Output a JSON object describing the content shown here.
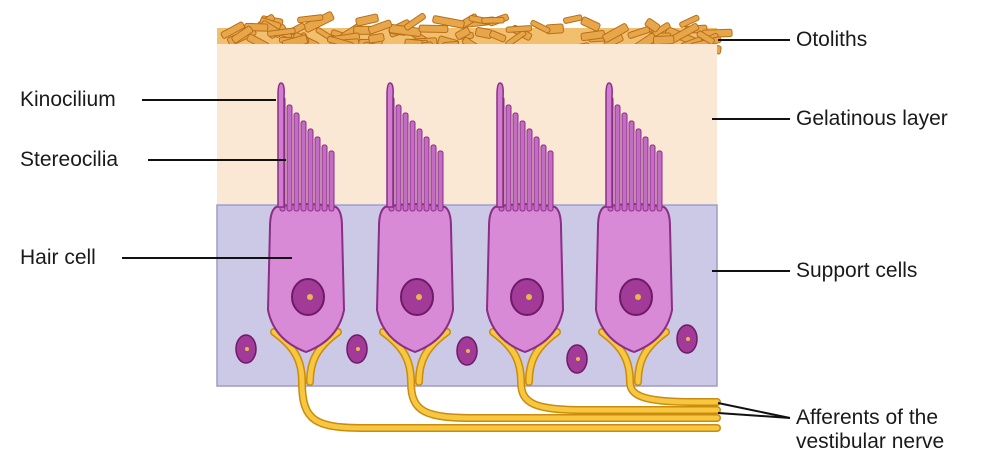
{
  "labels": {
    "otoliths": "Otoliths",
    "kinocilium": "Kinocilium",
    "gelatinous_layer": "Gelatinous layer",
    "stereocilia": "Stereocilia",
    "hair_cell": "Hair cell",
    "support_cells": "Support cells",
    "afferents_line1": "Afferents of the",
    "afferents_line2": "vestibular nerve"
  },
  "colors": {
    "otolith_fill": "#e8a64a",
    "otolith_stroke": "#b86f18",
    "gelatinous_layer": "#fbe8d4",
    "support_layer": "#cbc9e6",
    "hair_cell_fill": "#d98ad6",
    "hair_cell_stroke": "#8a2e86",
    "nucleus_fill": "#a23a98",
    "nerve_fill": "#f7c740",
    "nerve_stroke": "#c98b10",
    "leader_line": "#111111"
  },
  "hair_cell_count": 4,
  "support_nucleus_count": 5
}
